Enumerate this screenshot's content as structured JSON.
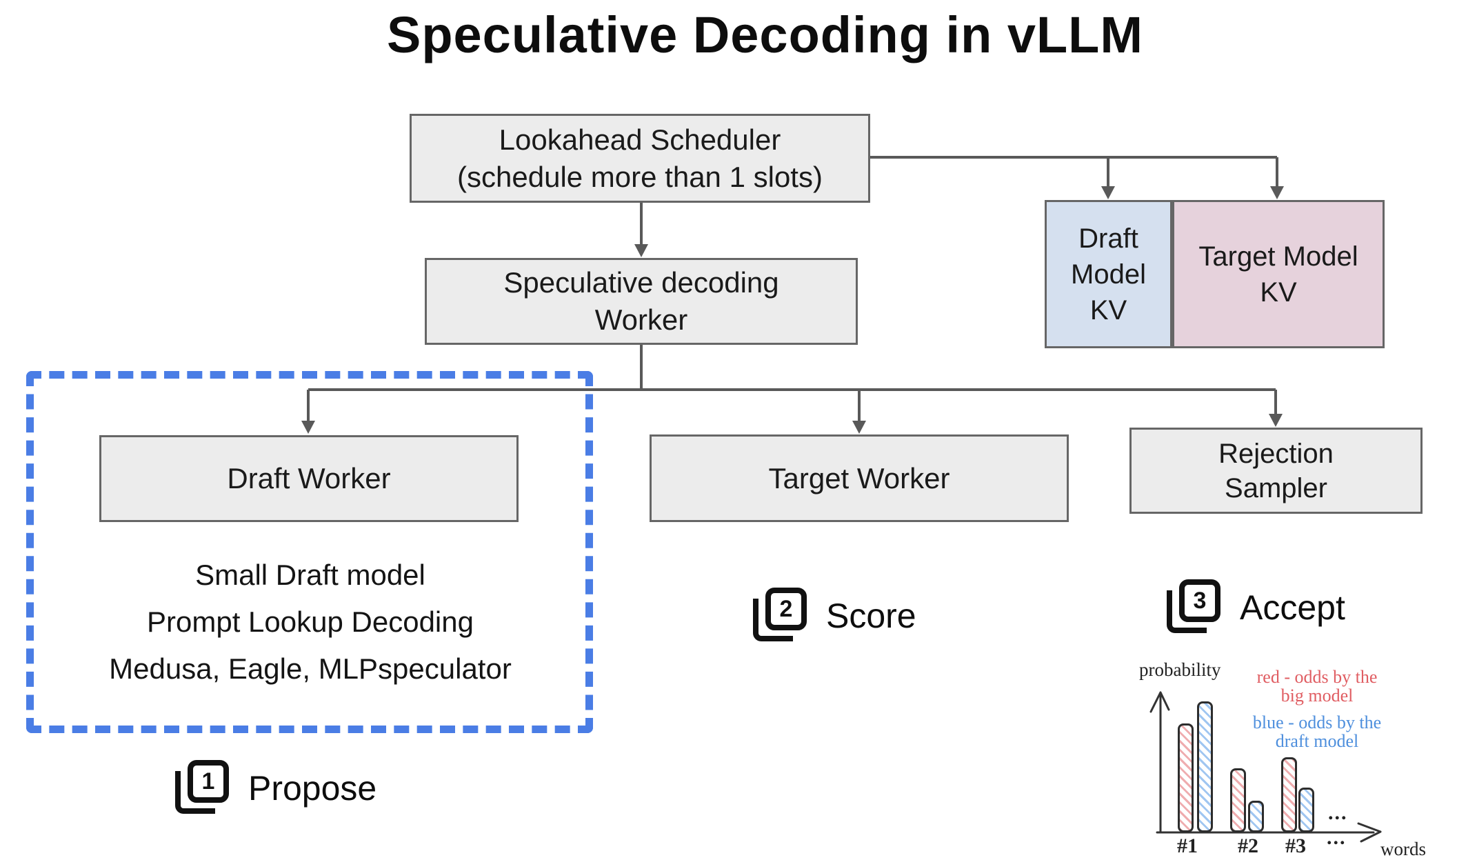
{
  "title": "Speculative Decoding in vLLM",
  "colors": {
    "box_fill": "#ececec",
    "box_border": "#666666",
    "draft_kv_fill": "#d5e0ef",
    "target_kv_fill": "#e6d2dc",
    "dashed_border_blue": "#4a7de5",
    "connector_gray": "#595959",
    "chart_red": "#e05d62",
    "chart_blue": "#5f9be2"
  },
  "diagram": {
    "scheduler": [
      "Lookahead Scheduler",
      "(schedule more than 1 slots)"
    ],
    "spec_worker": [
      "Speculative decoding",
      "Worker"
    ],
    "draft_kv": [
      "Draft",
      "Model",
      "KV"
    ],
    "target_kv": [
      "Target Model",
      "KV"
    ],
    "draft_worker": "Draft Worker",
    "draft_methods": [
      "Small Draft model",
      "Prompt Lookup Decoding",
      "Medusa, Eagle, MLPspeculator"
    ],
    "target_worker": "Target Worker",
    "rejection_sampler": [
      "Rejection",
      "Sampler"
    ]
  },
  "steps": [
    {
      "num": "1",
      "label": "Propose"
    },
    {
      "num": "2",
      "label": "Score"
    },
    {
      "num": "3",
      "label": "Accept"
    }
  ],
  "chart_data": {
    "type": "bar",
    "title": "",
    "ylabel": "probability",
    "xlabel": "words",
    "categories": [
      "#1",
      "#2",
      "#3"
    ],
    "series": [
      {
        "name": "red - odds by the big model",
        "color": "#e05d62",
        "values": [
          0.78,
          0.46,
          0.54
        ]
      },
      {
        "name": "blue - odds by the draft model",
        "color": "#5f9be2",
        "values": [
          0.94,
          0.23,
          0.32
        ]
      }
    ],
    "ylim": [
      0,
      1
    ],
    "grid": false,
    "legend_position": "top-right",
    "axis_ellipsis": "...",
    "legend": {
      "red_line1": "red - odds by the",
      "red_line2": "big model",
      "blue_line1": "blue - odds by the",
      "blue_line2": "draft model"
    }
  }
}
